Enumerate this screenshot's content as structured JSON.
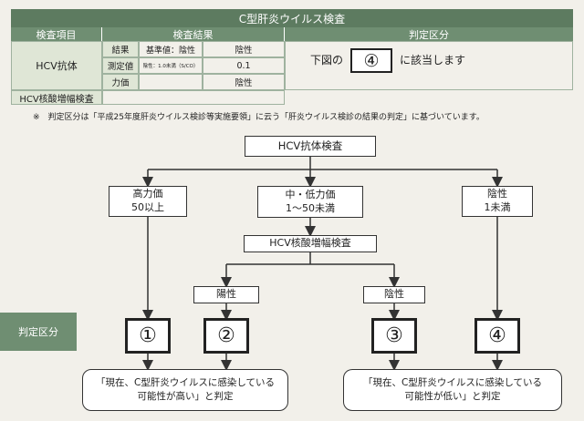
{
  "table": {
    "title": "C型肝炎ウイルス検査",
    "headers": {
      "item": "検査項目",
      "result": "検査結果",
      "judgement": "判定区分"
    },
    "hcv_antibody": "HCV抗体",
    "row_labels": [
      "結果",
      "測定値",
      "力価"
    ],
    "reference_label": "基準値：陰性",
    "reference_note": "陰性：1.0未満（S/CO）",
    "values": [
      "陰性",
      "0.1",
      "陰性"
    ],
    "hcv_rna": "HCV核酸増幅検査",
    "judgement_pre": "下図の",
    "judgement_num": "④",
    "judgement_post": "に該当します"
  },
  "note": "※　判定区分は「平成25年度肝炎ウイルス検診等実施要領」に云う「肝炎ウイルス検診の結果の判定」に基づいています。",
  "flow": {
    "root": "HCV抗体検査",
    "high": [
      "高力価",
      "50以上"
    ],
    "mid": [
      "中・低力価",
      "1～50未満"
    ],
    "neg": [
      "陰性",
      "1未満"
    ],
    "rna": "HCV核酸増幅検査",
    "rna_pos": "陽性",
    "rna_neg": "陰性",
    "side_label": "判定区分",
    "categories": [
      "①",
      "②",
      "③",
      "④"
    ],
    "result_high": [
      "「現在、C型肝炎ウイルスに感染している",
      "可能性が高い」と判定"
    ],
    "result_low": [
      "「現在、C型肝炎ウイルスに感染している",
      "可能性が低い」と判定"
    ]
  }
}
